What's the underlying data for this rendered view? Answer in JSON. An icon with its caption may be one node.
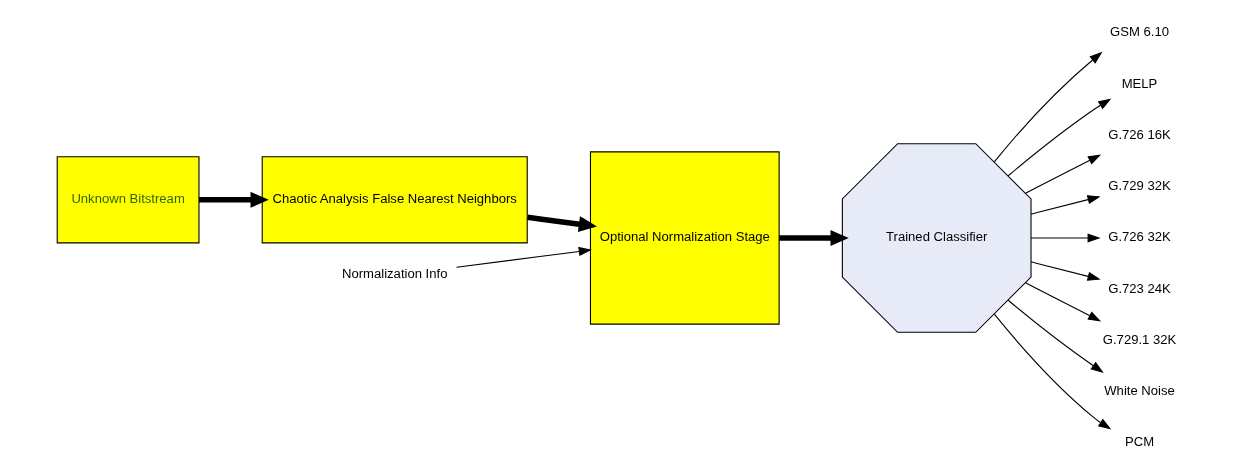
{
  "diagram": {
    "nodes": [
      {
        "text": [
          "Unknown Bitstream"
        ]
      },
      {
        "text": [
          "Chaotic Analysis False Nearest Neighbors"
        ]
      },
      {
        "text": [
          "Optional Normalization Stage"
        ]
      },
      {
        "text": [
          "Trained Classifier"
        ]
      },
      {
        "text": [
          "Normalization Info"
        ]
      },
      {
        "text": [
          "GSM 6.10"
        ]
      },
      {
        "text": [
          "MELP"
        ]
      },
      {
        "text": [
          "G.726 16K"
        ]
      },
      {
        "text": [
          "G.729 32K"
        ]
      },
      {
        "text": [
          "G.726 32K"
        ]
      },
      {
        "text": [
          "G.723 24K"
        ]
      },
      {
        "text": [
          "G.729.1 32K"
        ]
      },
      {
        "text": [
          "White Noise"
        ]
      },
      {
        "text": [
          "PCM"
        ]
      }
    ],
    "edges": [
      {
        "from": 0,
        "to": 1,
        "arrow": "to",
        "style": "thick"
      },
      {
        "from": 1,
        "to": 2,
        "arrow": "to",
        "style": "thick"
      },
      {
        "from": 2,
        "to": 3,
        "arrow": "to",
        "style": "thick"
      },
      {
        "from": 4,
        "to": 2,
        "arrow": "to"
      },
      {
        "from": 3,
        "to": 5,
        "arrow": "to"
      },
      {
        "from": 3,
        "to": 6,
        "arrow": "to"
      },
      {
        "from": 3,
        "to": 7,
        "arrow": "to"
      },
      {
        "from": 3,
        "to": 8,
        "arrow": "to"
      },
      {
        "from": 3,
        "to": 9,
        "arrow": "to"
      },
      {
        "from": 3,
        "to": 10,
        "arrow": "to"
      },
      {
        "from": 3,
        "to": 11,
        "arrow": "to"
      },
      {
        "from": 3,
        "to": 12,
        "arrow": "to"
      },
      {
        "from": 3,
        "to": 13,
        "arrow": "to"
      }
    ]
  }
}
